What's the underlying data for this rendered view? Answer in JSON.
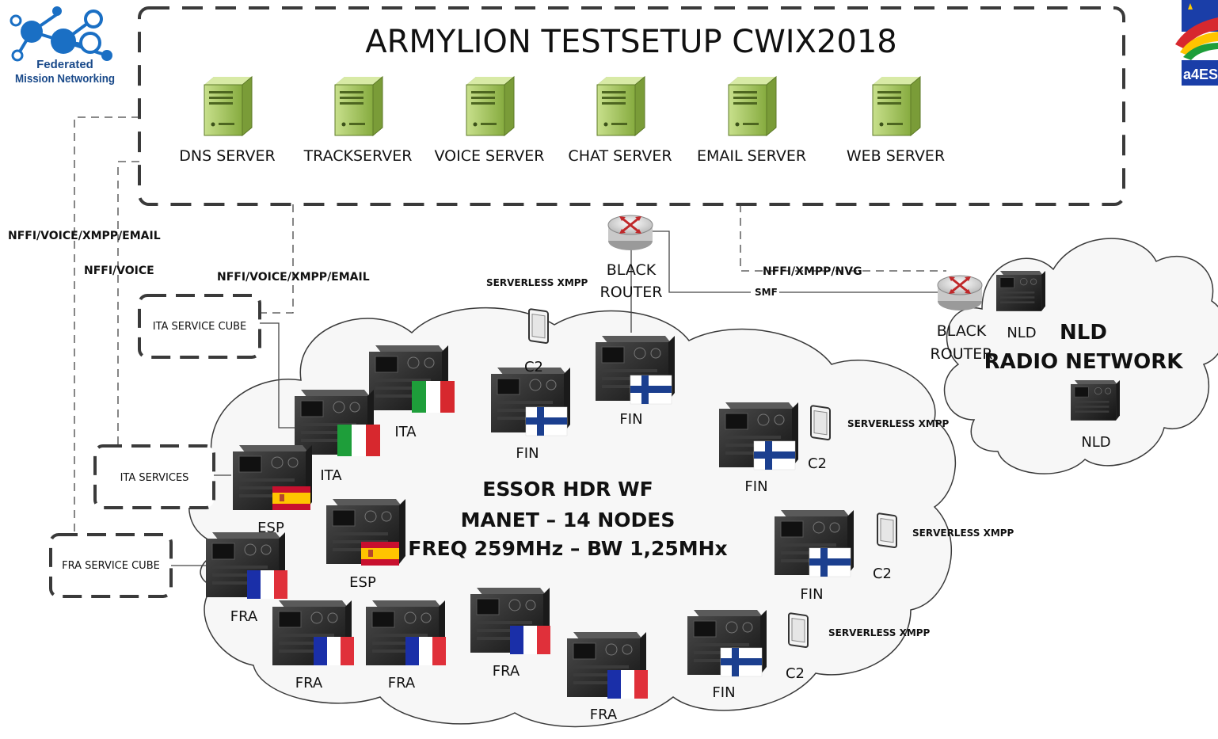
{
  "title": "ARMYLION TESTSETUP CWIX2018",
  "logo_fmn": {
    "line1": "Federated",
    "line2": "Mission Networking"
  },
  "logo_a4ess": {
    "text": "a4ES"
  },
  "servers": [
    {
      "label": "DNS SERVER"
    },
    {
      "label": "TRACKSERVER"
    },
    {
      "label": "VOICE SERVER"
    },
    {
      "label": "CHAT SERVER"
    },
    {
      "label": "EMAIL SERVER"
    },
    {
      "label": "WEB SERVER"
    }
  ],
  "links": {
    "nffi_voice_xmpp_email_left": "NFFI/VOICE/XMPP/EMAIL",
    "nffi_voice": "NFFI/VOICE",
    "nffi_voice_xmpp_email_mid": "NFFI/VOICE/XMPP/EMAIL",
    "nffi_xmpp_nvg": "NFFI/XMPP/NVG",
    "smf": "SMF"
  },
  "cubes": [
    {
      "label": "ITA SERVICE CUBE"
    },
    {
      "label": "ITA SERVICES"
    },
    {
      "label": "FRA SERVICE CUBE"
    }
  ],
  "black_router_1": {
    "line1": "BLACK",
    "line2": "ROUTER"
  },
  "black_router_2": {
    "line1": "BLACK",
    "line2": "ROUTER"
  },
  "manet": {
    "line1": "ESSOR HDR WF",
    "line2": "MANET – 14 NODES",
    "line3": "FREQ 259MHz – BW 1,25MHx"
  },
  "nld_network": {
    "line1": "NLD",
    "line2": "RADIO NETWORK"
  },
  "radios": [
    {
      "label": "ITA",
      "flag": "ita"
    },
    {
      "label": "ITA",
      "flag": "ita"
    },
    {
      "label": "FIN",
      "flag": "fin"
    },
    {
      "label": "FIN",
      "flag": "fin"
    },
    {
      "label": "FIN",
      "flag": "fin"
    },
    {
      "label": "ESP",
      "flag": "esp"
    },
    {
      "label": "ESP",
      "flag": "esp"
    },
    {
      "label": "FIN",
      "flag": "fin"
    },
    {
      "label": "FRA",
      "flag": "fra"
    },
    {
      "label": "FRA",
      "flag": "fra"
    },
    {
      "label": "FRA",
      "flag": "fra"
    },
    {
      "label": "FRA",
      "flag": "fra"
    },
    {
      "label": "FRA",
      "flag": "fra"
    },
    {
      "label": "FIN",
      "flag": "fin"
    }
  ],
  "nld_radios": [
    {
      "label": "NLD"
    },
    {
      "label": "NLD"
    }
  ],
  "c2_devices": [
    {
      "label": "C2",
      "note": "SERVERLESS XMPP"
    },
    {
      "label": "C2",
      "note": "SERVERLESS XMPP"
    },
    {
      "label": "C2",
      "note": "SERVERLESS XMPP"
    },
    {
      "label": "C2",
      "note": "SERVERLESS XMPP"
    }
  ],
  "colors": {
    "server_green": "#a9cc6a",
    "server_dark": "#7ea33d",
    "radio_dark": "#2a2a2a",
    "fin_blue": "#1b3f8f",
    "ita_green": "#1e9e3a",
    "ita_red": "#d7282e",
    "fra_blue": "#1a2fa8",
    "fra_red": "#e0303a",
    "esp_red": "#c8102e",
    "esp_yellow": "#ffc400",
    "fmn_blue": "#1a6fc4"
  }
}
